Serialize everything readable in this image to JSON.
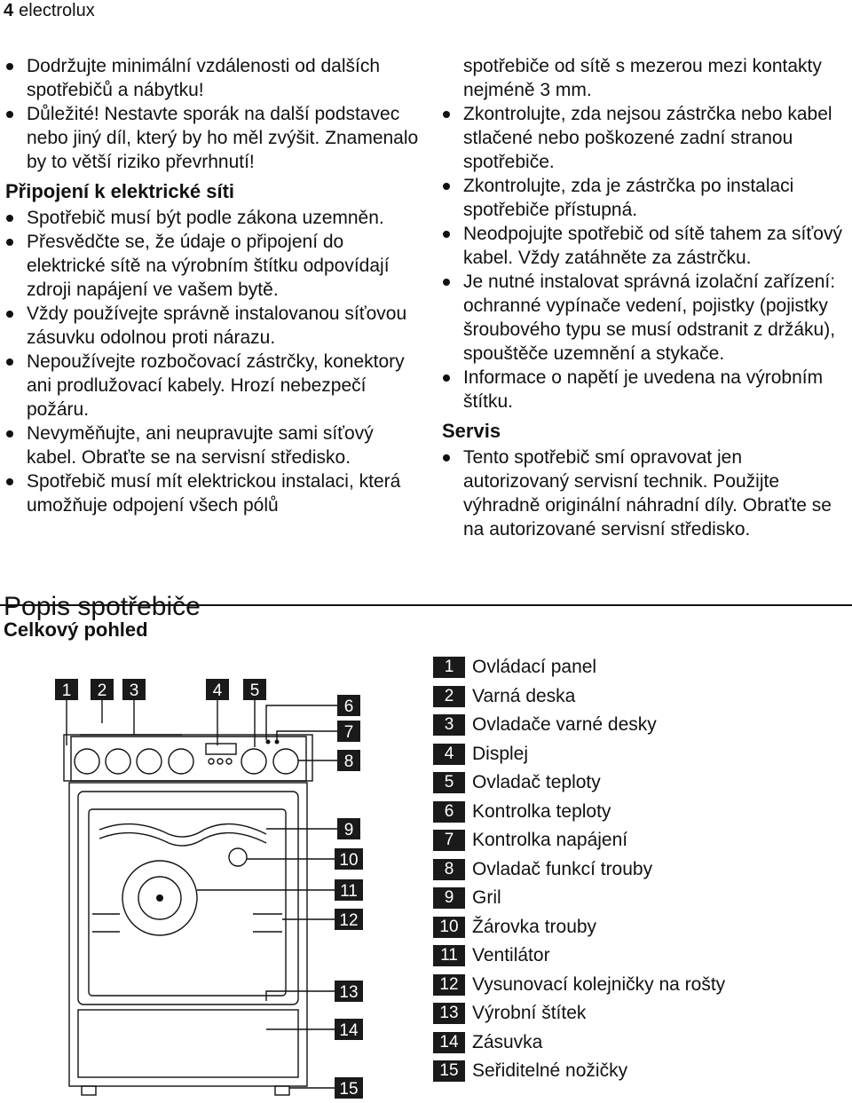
{
  "header": {
    "page_number": "4",
    "brand": "electrolux"
  },
  "left_column": {
    "intro_items": [
      "Dodržujte minimální vzdálenosti od dalších spotřebičů a nábytku!",
      "Důležité! Nestavte sporák na další podstavec nebo jiný díl, který by ho měl zvýšit. Znamenalo by to větší riziko převrhnutí!"
    ],
    "electric_heading": "Připojení k elektrické síti",
    "electric_items": [
      "Spotřebič musí být podle zákona uzemněn.",
      "Přesvědčte se, že údaje o připojení do elektrické sítě na výrobním štítku odpovídají zdroji napájení ve vašem bytě.",
      "Vždy používejte správně instalovanou síťovou zásuvku odolnou proti nárazu.",
      "Nepoužívejte rozbočovací zástrčky, konektory ani prodlužovací kabely. Hrozí nebezpečí požáru.",
      "Nevyměňujte, ani neupravujte sami síťový kabel. Obraťte se na servisní středisko.",
      "Spotřebič musí mít elektrickou instalaci, která umožňuje odpojení všech pólů"
    ]
  },
  "right_column": {
    "continuation": "spotřebiče od sítě s mezerou mezi kontakty nejméně 3 mm.",
    "items": [
      "Zkontrolujte, zda nejsou zástrčka nebo kabel stlačené nebo poškozené zadní stranou spotřebiče.",
      "Zkontrolujte, zda je zástrčka po instalaci spotřebiče přístupná.",
      "Neodpojujte spotřebič od sítě tahem za síťový kabel. Vždy zatáhněte za zástrčku.",
      "Je nutné instalovat správná izolační zařízení: ochranné vypínače vedení, pojistky (pojistky šroubového typu se musí odstranit z držáku), spouštěče uzemnění a stykače.",
      "Informace o napětí je uvedena na výrobním štítku."
    ],
    "service_heading": "Servis",
    "service_items": [
      "Tento spotřebič smí opravovat jen autorizovaný servisní technik. Použijte výhradně originální náhradní díly. Obraťte se na autorizované servisní středisko."
    ]
  },
  "section": {
    "title": "Popis spotřebiče",
    "subtitle": "Celkový pohled"
  },
  "diagram": {
    "callouts": [
      "1",
      "2",
      "3",
      "4",
      "5",
      "6",
      "7",
      "8",
      "9",
      "10",
      "11",
      "12",
      "13",
      "14",
      "15"
    ]
  },
  "legend": [
    {
      "num": "1",
      "label": "Ovládací panel"
    },
    {
      "num": "2",
      "label": "Varná deska"
    },
    {
      "num": "3",
      "label": "Ovladače varné desky"
    },
    {
      "num": "4",
      "label": "Displej"
    },
    {
      "num": "5",
      "label": "Ovladač teploty"
    },
    {
      "num": "6",
      "label": "Kontrolka teploty"
    },
    {
      "num": "7",
      "label": "Kontrolka napájení"
    },
    {
      "num": "8",
      "label": "Ovladač funkcí trouby"
    },
    {
      "num": "9",
      "label": "Gril"
    },
    {
      "num": "10",
      "label": "Žárovka trouby"
    },
    {
      "num": "11",
      "label": "Ventilátor"
    },
    {
      "num": "12",
      "label": "Vysunovací kolejničky na rošty"
    },
    {
      "num": "13",
      "label": "Výrobní štítek"
    },
    {
      "num": "14",
      "label": "Zásuvka"
    },
    {
      "num": "15",
      "label": "Seřiditelné nožičky"
    }
  ]
}
